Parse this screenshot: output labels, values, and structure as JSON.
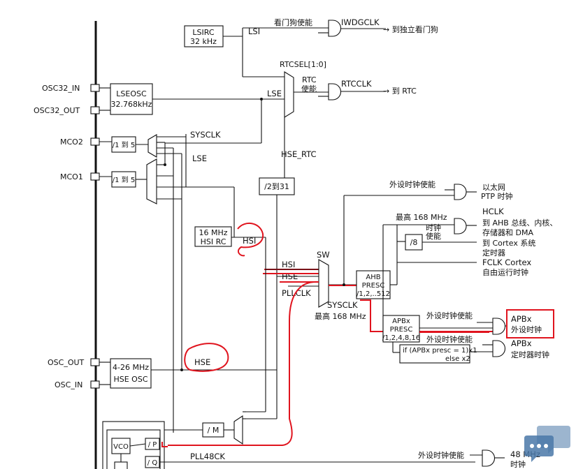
{
  "labels": {
    "lsirc": [
      "LSIRC",
      "32 kHz"
    ],
    "lsi": "LSI",
    "iwdg_enable": "看门狗使能",
    "iwdgclk": "IWDGCLK",
    "to_iwdg": "→ 到独立看门狗",
    "rtcsel": "RTCSEL[1:0]",
    "rtc_enable": [
      "RTC",
      "使能"
    ],
    "rtcclk": "RTCCLK",
    "to_rtc": "→ 到 RTC",
    "osc32_in": "OSC32_IN",
    "osc32_out": "OSC32_OUT",
    "lseosc": [
      "LSEOSC",
      "32.768kHz"
    ],
    "lse": "LSE",
    "mco2": "MCO2",
    "mco1": "MCO1",
    "div_1_5": "/1 到 5",
    "sysclk_sel": "SYSCLK",
    "lse_sel": "LSE",
    "hse_rtc": "HSE_RTC",
    "div_2_31": "/2到31",
    "hsirc": [
      "16 MHz",
      "HSI RC"
    ],
    "hsi": "HSI",
    "hsi_in": "HSI",
    "hse_in": "HSE",
    "pllclk_in": "PLLCLK",
    "sw": "SW",
    "sysclk": "SYSCLK",
    "max168_a": "最高 168 MHz",
    "ahb": [
      "AHB",
      "PRESC",
      "/1,2,..512"
    ],
    "periph_enable_1": "外设时钟使能",
    "ethernet": [
      "以太网",
      "PTP 时钟"
    ],
    "max168_b": "最高 168 MHz",
    "hclk": [
      "HCLK",
      "到 AHB 总线、内核、",
      "存储器和 DMA"
    ],
    "clk_enable": [
      "时钟",
      "使能"
    ],
    "div8": "/8",
    "cortex_timer": [
      "到 Cortex 系统",
      "定时器"
    ],
    "fclk": [
      "FCLK Cortex",
      "自由运行时钟"
    ],
    "apbx": [
      "APBx",
      "PRESC",
      "/1,2,4,8,16"
    ],
    "periph_enable_2": "外设时钟使能",
    "apbx_periph": [
      "APBx",
      "外设时钟"
    ],
    "periph_enable_3": "外设时钟使能",
    "apb_presc_note": [
      "if (APBx presc = 1)x1",
      "else x2"
    ],
    "apbx_timer": [
      "APBx",
      "定时器时钟"
    ],
    "osc_out": "OSC_OUT",
    "osc_in": "OSC_IN",
    "hseosc": [
      "4-26 MHz",
      "HSE OSC"
    ],
    "hse_main": "HSE",
    "div_m": "/ M",
    "vco": "VCO",
    "div_p": "/ P",
    "div_q": "/ Q",
    "pll48ck": "PLL48CK",
    "periph_enable_4": "外设时钟使能",
    "usb48": [
      "48 MHz",
      "时钟"
    ]
  },
  "colors": {
    "line": "#111111",
    "highlight": "#e0141e",
    "watermark": "#4a78a8"
  }
}
